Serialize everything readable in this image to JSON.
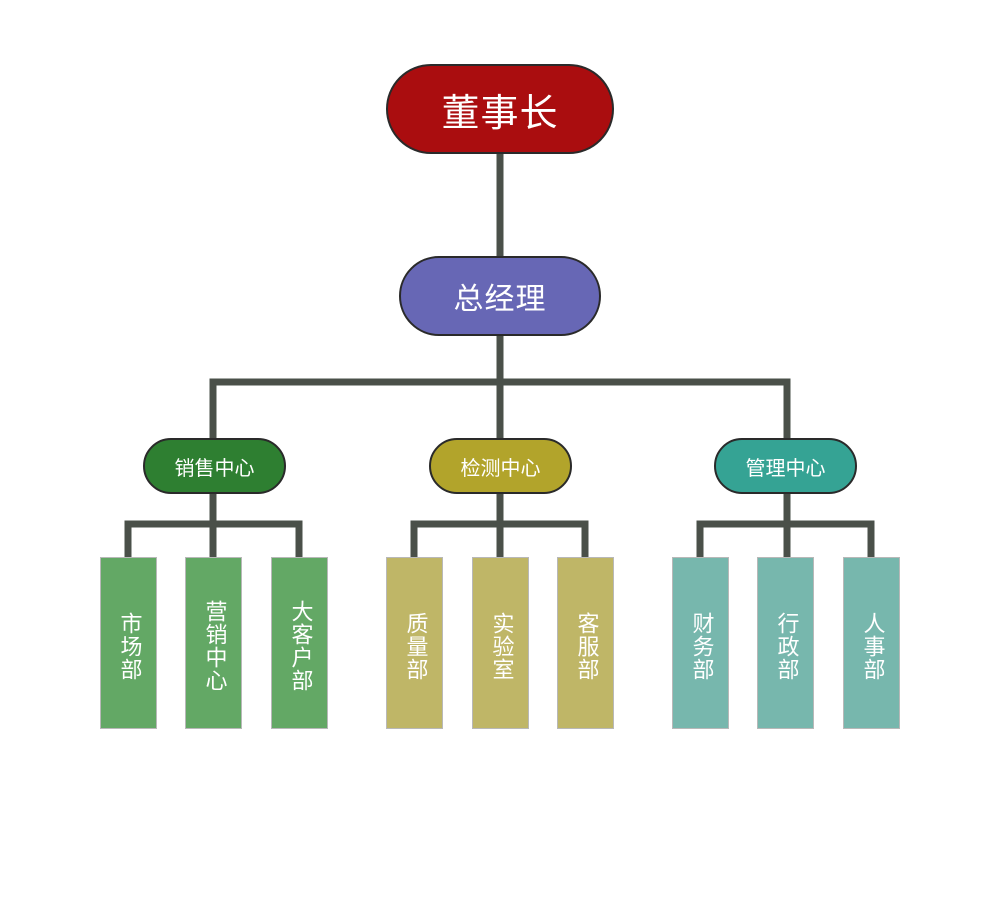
{
  "org_chart": {
    "top": {
      "label": "董事长",
      "color": "#aa0d0f"
    },
    "general_manager": {
      "label": "总经理",
      "color": "#6767b5"
    },
    "centers": [
      {
        "label": "销售中心",
        "color": "#2e7f31",
        "departments": [
          {
            "label": "市场部",
            "color": "#63a865"
          },
          {
            "label": "营销中心",
            "color": "#63a865"
          },
          {
            "label": "大客户部",
            "color": "#63a865"
          }
        ]
      },
      {
        "label": "检测中心",
        "color": "#b2a42b",
        "departments": [
          {
            "label": "质量部",
            "color": "#bfb667"
          },
          {
            "label": "实验室",
            "color": "#bfb667"
          },
          {
            "label": "客服部",
            "color": "#bfb667"
          }
        ]
      },
      {
        "label": "管理中心",
        "color": "#35a394",
        "departments": [
          {
            "label": "财务部",
            "color": "#77b7ad"
          },
          {
            "label": "行政部",
            "color": "#77b7ad"
          },
          {
            "label": "人事部",
            "color": "#77b7ad"
          }
        ]
      }
    ],
    "connector_color": "#4a5049"
  }
}
